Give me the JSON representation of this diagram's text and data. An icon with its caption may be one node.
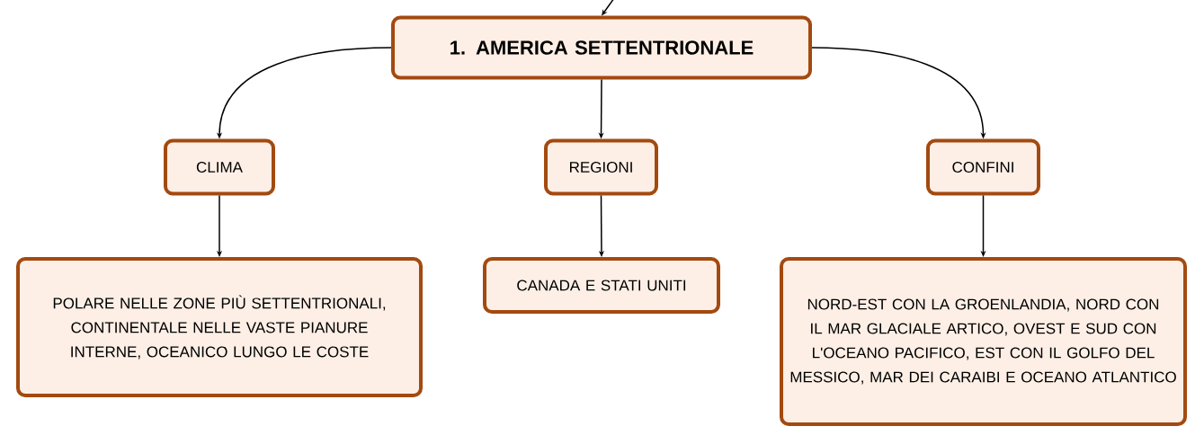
{
  "diagram": {
    "nodes": [
      {
        "text": [
          "1. AMERICA SETTENTRIONALE"
        ]
      },
      {
        "text": [
          "CLIMA"
        ]
      },
      {
        "text": [
          "REGIONI"
        ]
      },
      {
        "text": [
          "CONFINI"
        ]
      },
      {
        "text": [
          "POLARE NELLE ZONE PIÙ SETTENTRIONALI, CONTINENTALE NELLE VASTE PIANURE INTERNE, OCEANICO LUNGO LE COSTE"
        ]
      },
      {
        "text": [
          "CANADA E STATI UNITI"
        ]
      },
      {
        "text": [
          "NORD-EST CON LA GROENLANDIA, NORD CON IL MAR GLACIALE ARTICO, OVEST E SUD CON L'OCEANO PACIFICO, EST CON IL GOLFO DEL MESSICO, MAR DEI CARAIBI E OCEANO ATLANTICO"
        ]
      }
    ],
    "edges": [
      {
        "from": null,
        "to": 0,
        "arrow": "to"
      },
      {
        "from": 0,
        "to": 1,
        "arrow": "to"
      },
      {
        "from": 0,
        "to": 2,
        "arrow": "to"
      },
      {
        "from": 0,
        "to": 3,
        "arrow": "to"
      },
      {
        "from": 1,
        "to": 4,
        "arrow": "to"
      },
      {
        "from": 2,
        "to": 5,
        "arrow": "to"
      },
      {
        "from": 3,
        "to": 6,
        "arrow": "to"
      }
    ]
  }
}
